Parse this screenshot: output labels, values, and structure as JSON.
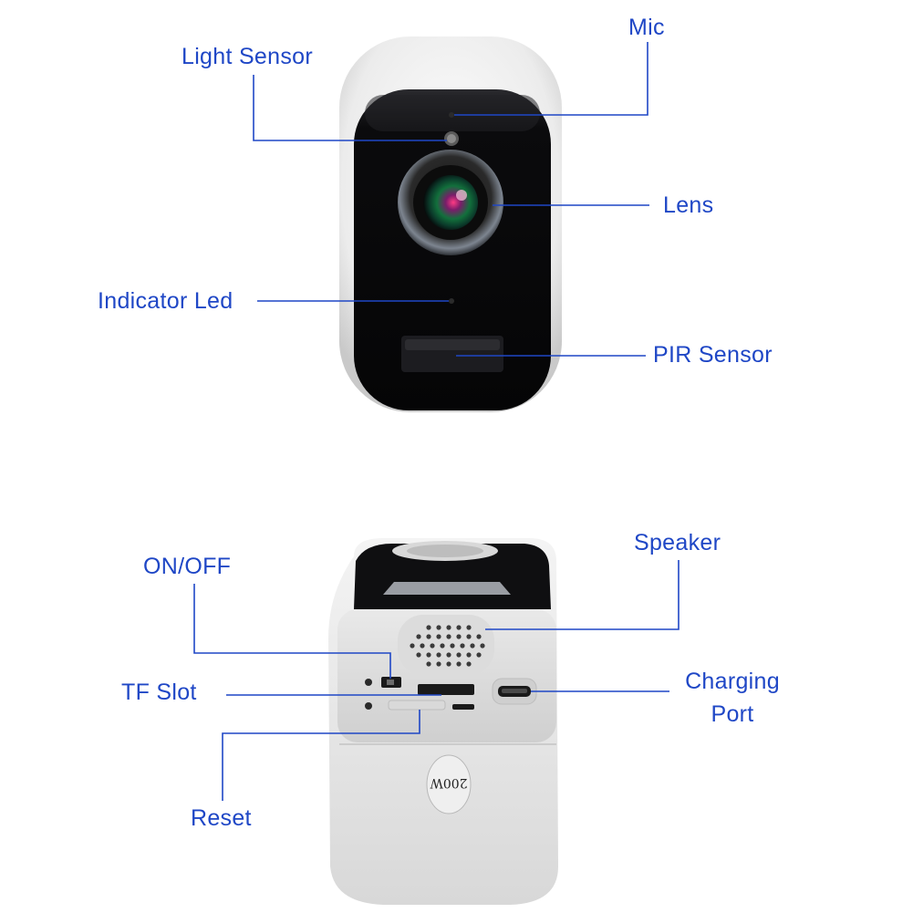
{
  "front": {
    "labels": {
      "mic": "Mic",
      "light_sensor": "Light Sensor",
      "lens": "Lens",
      "indicator_led": "Indicator Led",
      "pir_sensor": "PIR Sensor"
    }
  },
  "back": {
    "labels": {
      "speaker": "Speaker",
      "on_off": "ON/OFF",
      "tf_slot": "TF Slot",
      "charging_port_line1": "Charging",
      "charging_port_line2": "Port",
      "reset": "Reset"
    },
    "battery_marking": "200W"
  },
  "colors": {
    "label_text": "#1f47c6",
    "leader_line": "#1f47c6",
    "housing": "#eeeeee",
    "face": "#0d0d0f"
  }
}
